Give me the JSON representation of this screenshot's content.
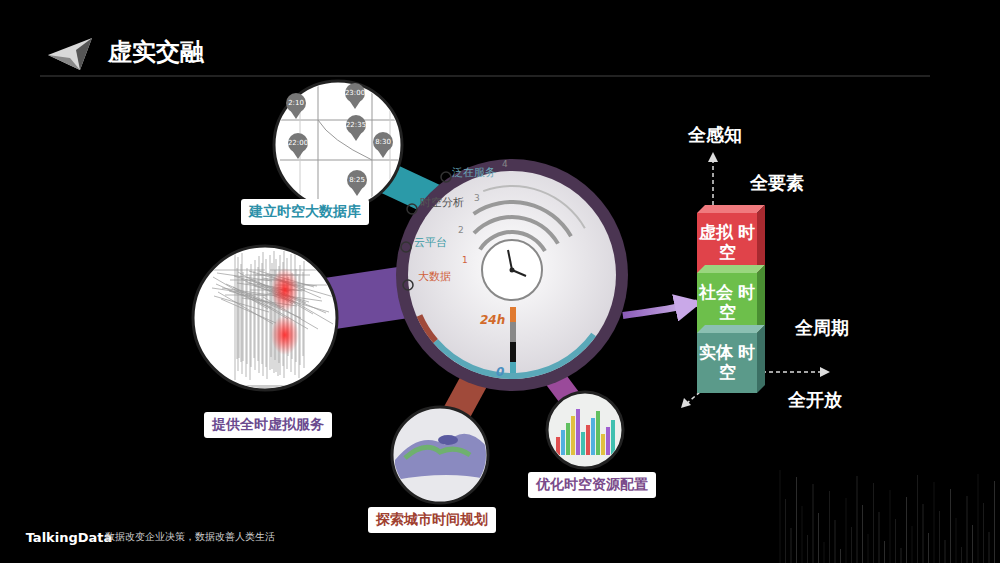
{
  "diagram": {
    "title": "虚实交融",
    "nodes": [
      {
        "text": [
          "建立时空大数据库"
        ]
      },
      {
        "text": [
          "提供全时虚拟服务"
        ]
      },
      {
        "text": [
          "探索城市时间规划"
        ]
      },
      {
        "text": [
          "优化时空资源配置"
        ]
      },
      {
        "text": [
          "泛在服务",
          "4",
          "时空分析",
          "3",
          "云平台",
          "2",
          "大数据",
          "1",
          "24h",
          "0"
        ]
      },
      {
        "text": [
          "虚拟 时空"
        ]
      },
      {
        "text": [
          "社会 时空"
        ]
      },
      {
        "text": [
          "实体 时空"
        ]
      }
    ],
    "edges": [
      {
        "from": 4,
        "to": 6,
        "arrow": "to"
      }
    ],
    "labels": [
      "全感知",
      "全要素",
      "全周期",
      "全开放",
      "2:10",
      "23:00",
      "22:35",
      "8:30",
      "22:00",
      "8:25",
      "TalkingData",
      "数据改变企业决策，数据改善人类生活"
    ]
  }
}
